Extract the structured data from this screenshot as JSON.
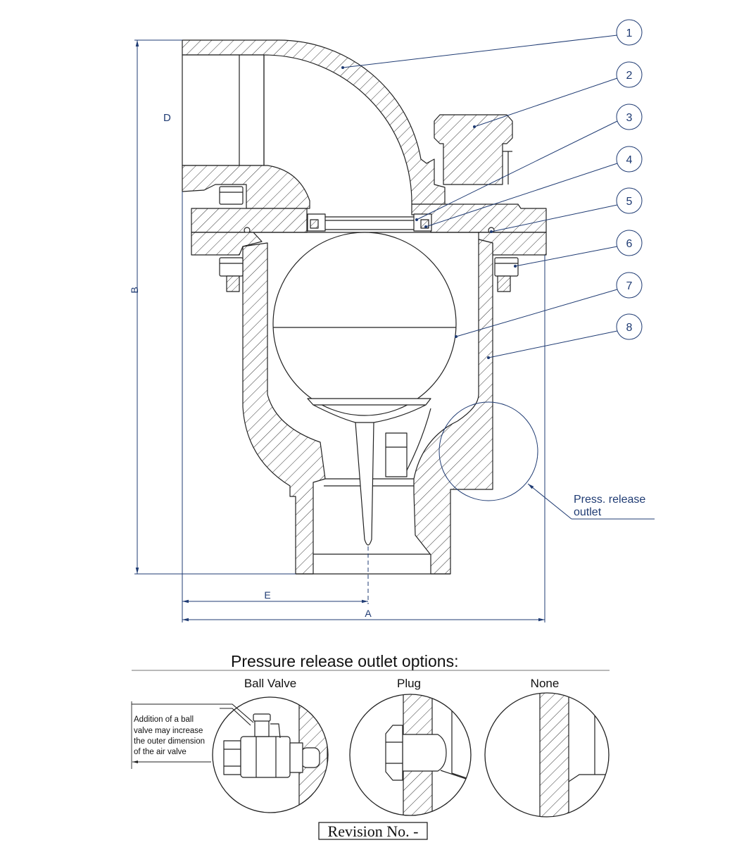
{
  "drawing": {
    "callouts": [
      "1",
      "2",
      "3",
      "4",
      "5",
      "6",
      "7",
      "8"
    ],
    "dimension_labels": {
      "d": "D",
      "b": "B",
      "e": "E",
      "a": "A"
    },
    "detail_label": [
      "Press. release",
      "outlet"
    ]
  },
  "options": {
    "title": "Pressure release outlet options:",
    "items": [
      "Ball Valve",
      "Plug",
      "None"
    ],
    "ball_valve_note": [
      "Addition of a ball",
      "valve may increase",
      "the outer dimension",
      "of the air valve"
    ]
  },
  "revision": "Revision No. -",
  "colors": {
    "geometry": "#222222",
    "annotation": "#1f3b73"
  }
}
